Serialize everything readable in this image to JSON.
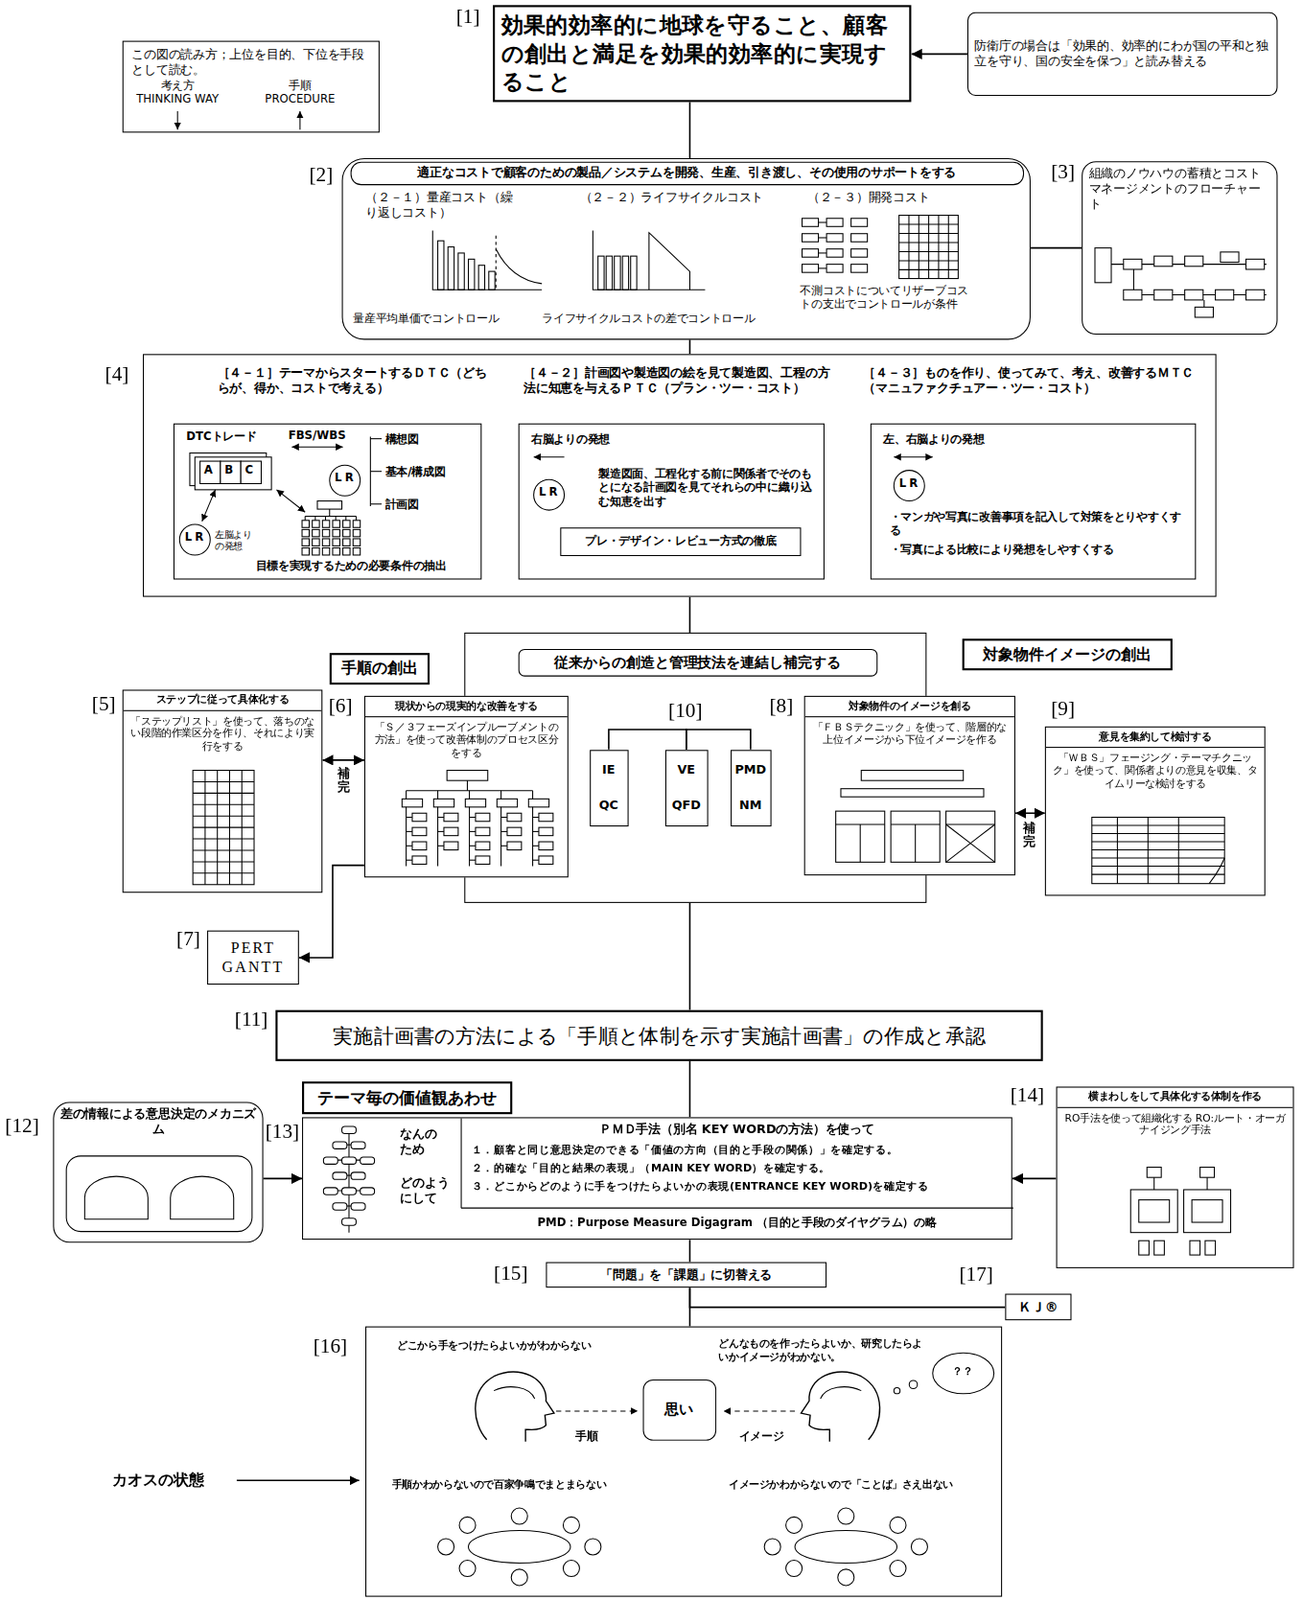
{
  "diagram": {
    "nodes": [
      {
        "text": [
          "この図の読み方；上位を目的、下位を手段として読む。",
          "考え方 THINKING WAY",
          "手順 PROCEDURE"
        ]
      },
      {
        "text": [
          "効果的効率的に地球を守ること、顧客の創出と満足を効果的効率的に実現すること"
        ]
      },
      {
        "text": [
          "防衛庁の場合は「効果的、効率的にわが国の平和と独立を守り、国の安全を保つ」と読み替える"
        ]
      },
      {
        "text": [
          "適正なコストで顧客のための製品／システムを開発、生産、引き渡し、その使用のサポートをする",
          "（２－１）量産コスト（繰り返しコスト）",
          "量産平均単価でコントロール",
          "（２－２）ライフサイクルコスト",
          "ライフサイクルコストの差でコントロール",
          "（２－３）開発コスト",
          "不測コストについてリザーブコストの支出でコントロールが条件"
        ]
      },
      {
        "text": [
          "組織のノウハウの蓄積とコストマネージメントのフローチャート"
        ]
      },
      {
        "text": [
          "［４－１］テーマからスタートするＤＴＣ（どちらが、得か、コストで考える）",
          "［４－２］計画図や製造図の絵を見て製造図、工程の方法に知恵を与えるＰＴＣ（プラン・ツー・コスト）",
          "［４－３］ものを作り、使ってみて、考え、改善するＭＴＣ（マニュファクチュアー・ツー・コスト）"
        ]
      },
      {
        "text": [
          "DTCトレード",
          "FBS/WBS",
          "構想図",
          "基本/構成図",
          "計画図",
          "左脳よりの発想",
          "目標を実現するための必要条件の抽出"
        ],
        "in": 5
      },
      {
        "text": [
          "右脳よりの発想",
          "製造図面、工程化する前に関係者でそのもとになる計画図を見てそれらの中に織り込む知恵を出す"
        ],
        "in": 5
      },
      {
        "text": [
          "プレ・デザイン・レビュー方式の徹底"
        ],
        "in": 7
      },
      {
        "text": [
          "左、右脳よりの発想",
          "・マンガや写真に改善事項を記入して対策をとりやすくする",
          "・写真による比較により発想をしやすくする"
        ],
        "in": 5
      },
      {
        "text": []
      },
      {
        "text": [
          "従来からの創造と管理技法を連結し補完する"
        ],
        "in": 10
      },
      {
        "text": [
          "IE",
          "QC"
        ],
        "in": 10
      },
      {
        "text": [
          "VE",
          "QFD"
        ],
        "in": 10
      },
      {
        "text": [
          "PMD",
          "NM"
        ],
        "in": 10
      },
      {
        "text": [
          "手順の創出"
        ]
      },
      {
        "text": [
          "対象物件イメージの創出"
        ]
      },
      {
        "text": [
          "ステップに従って具体化する",
          "「ステップリスト」を使って、落ちのない段階的作業区分を作り、それにより実行をする"
        ]
      },
      {
        "text": [
          "現状からの現実的な改善をする",
          "「Ｓ／３フェーズインプルーブメントの方法」を使って改善体制のプロセス区分をする"
        ]
      },
      {
        "text": [
          "PERT GANTT"
        ]
      },
      {
        "text": [
          "対象物件のイメージを創る",
          "「ＦＢＳテクニック」を使って、階層的な上位イメージから下位イメージを作る"
        ]
      },
      {
        "text": [
          "意見を集約して検討する",
          "「ＷＢＳ」フェージング・テーマチクニック」を使って、関係者よりの意見を収集、タイムリーな検討をする"
        ]
      },
      {
        "text": [
          "実施計画書の方法による「手順と体制を示す実施計画書」の作成と承認"
        ]
      },
      {
        "text": [
          "テーマ毎の価値観あわせ"
        ]
      },
      {
        "text": [
          "差の情報による意思決定のメカニズム"
        ]
      },
      {
        "text": [
          "なんのため",
          "どのようにして",
          "ＰＭＤ手法（別名 KEY WORDの方法）を使って",
          "１．顧客と同じ意思決定のできる「価値の方向（目的と手段の関係）」を確定する。",
          "２．的確な「目的と結果の表現」（MAIN KEY WORD）を確定する。",
          "３．どこからどのように手をつけたらよいかの表現(ENTRANCE KEY WORD)を確定する",
          "PMD：Purpose Measure Digagram （目的と手段のダイヤグラム）の略"
        ]
      },
      {
        "text": [
          "横まわしをして具体化する体制を作る",
          "RO手法を使って組織化する RO:ルート・オーガナイジング手法"
        ]
      },
      {
        "text": [
          "「問題」を「課題」に切替える"
        ]
      },
      {
        "text": [
          "ＫＪ®"
        ]
      },
      {
        "text": [
          "どこから手をつけたらよいかがわからない",
          "どんなものを作ったらよいか、研究したらよいかイメージがわかない。",
          "手順",
          "イメージ",
          "手順かわからないので百家争鳴でまとまらない",
          "イメージかわからないので「ことば」さえ出ない"
        ]
      },
      {
        "text": [
          "思い"
        ],
        "in": 29
      }
    ],
    "edges": [
      {
        "from": 2,
        "to": 1,
        "arrow": "to"
      },
      {
        "from": 1,
        "to": 3,
        "arrow": "none"
      },
      {
        "from": 3,
        "to": 4,
        "arrow": "none"
      },
      {
        "from": 3,
        "to": 5,
        "arrow": "none"
      },
      {
        "from": 5,
        "to": 10,
        "arrow": "none"
      },
      {
        "from": 17,
        "to": 18,
        "label": "補完",
        "arrow": "both"
      },
      {
        "from": 18,
        "to": 19,
        "arrow": "to"
      },
      {
        "from": 20,
        "to": 21,
        "label": "補完",
        "arrow": "both"
      },
      {
        "from": 12,
        "to": 13,
        "arrow": "none"
      },
      {
        "from": 13,
        "to": 14,
        "arrow": "none"
      },
      {
        "from": 10,
        "to": 22,
        "arrow": "none"
      },
      {
        "from": 22,
        "to": 25,
        "arrow": "none"
      },
      {
        "from": 24,
        "to": 25,
        "arrow": "to"
      },
      {
        "from": 26,
        "to": 25,
        "arrow": "to"
      },
      {
        "from": 25,
        "to": 27,
        "arrow": "none"
      },
      {
        "from": 27,
        "to": 29,
        "arrow": "none"
      },
      {
        "from": 28,
        "to": 27,
        "arrow": "none"
      }
    ],
    "labels": [
      "[1]",
      "[2]",
      "[3]",
      "[4]",
      "[5]",
      "[6]",
      "[7]",
      "[8]",
      "[9]",
      "[10]",
      "[11]",
      "[12]",
      "[13]",
      "[14]",
      "[15]",
      "[16]",
      "[17]",
      "カオスの状態",
      "A",
      "B",
      "C",
      "L",
      "R",
      "L",
      "R",
      "L",
      "R",
      "L",
      "R",
      "？？"
    ]
  }
}
